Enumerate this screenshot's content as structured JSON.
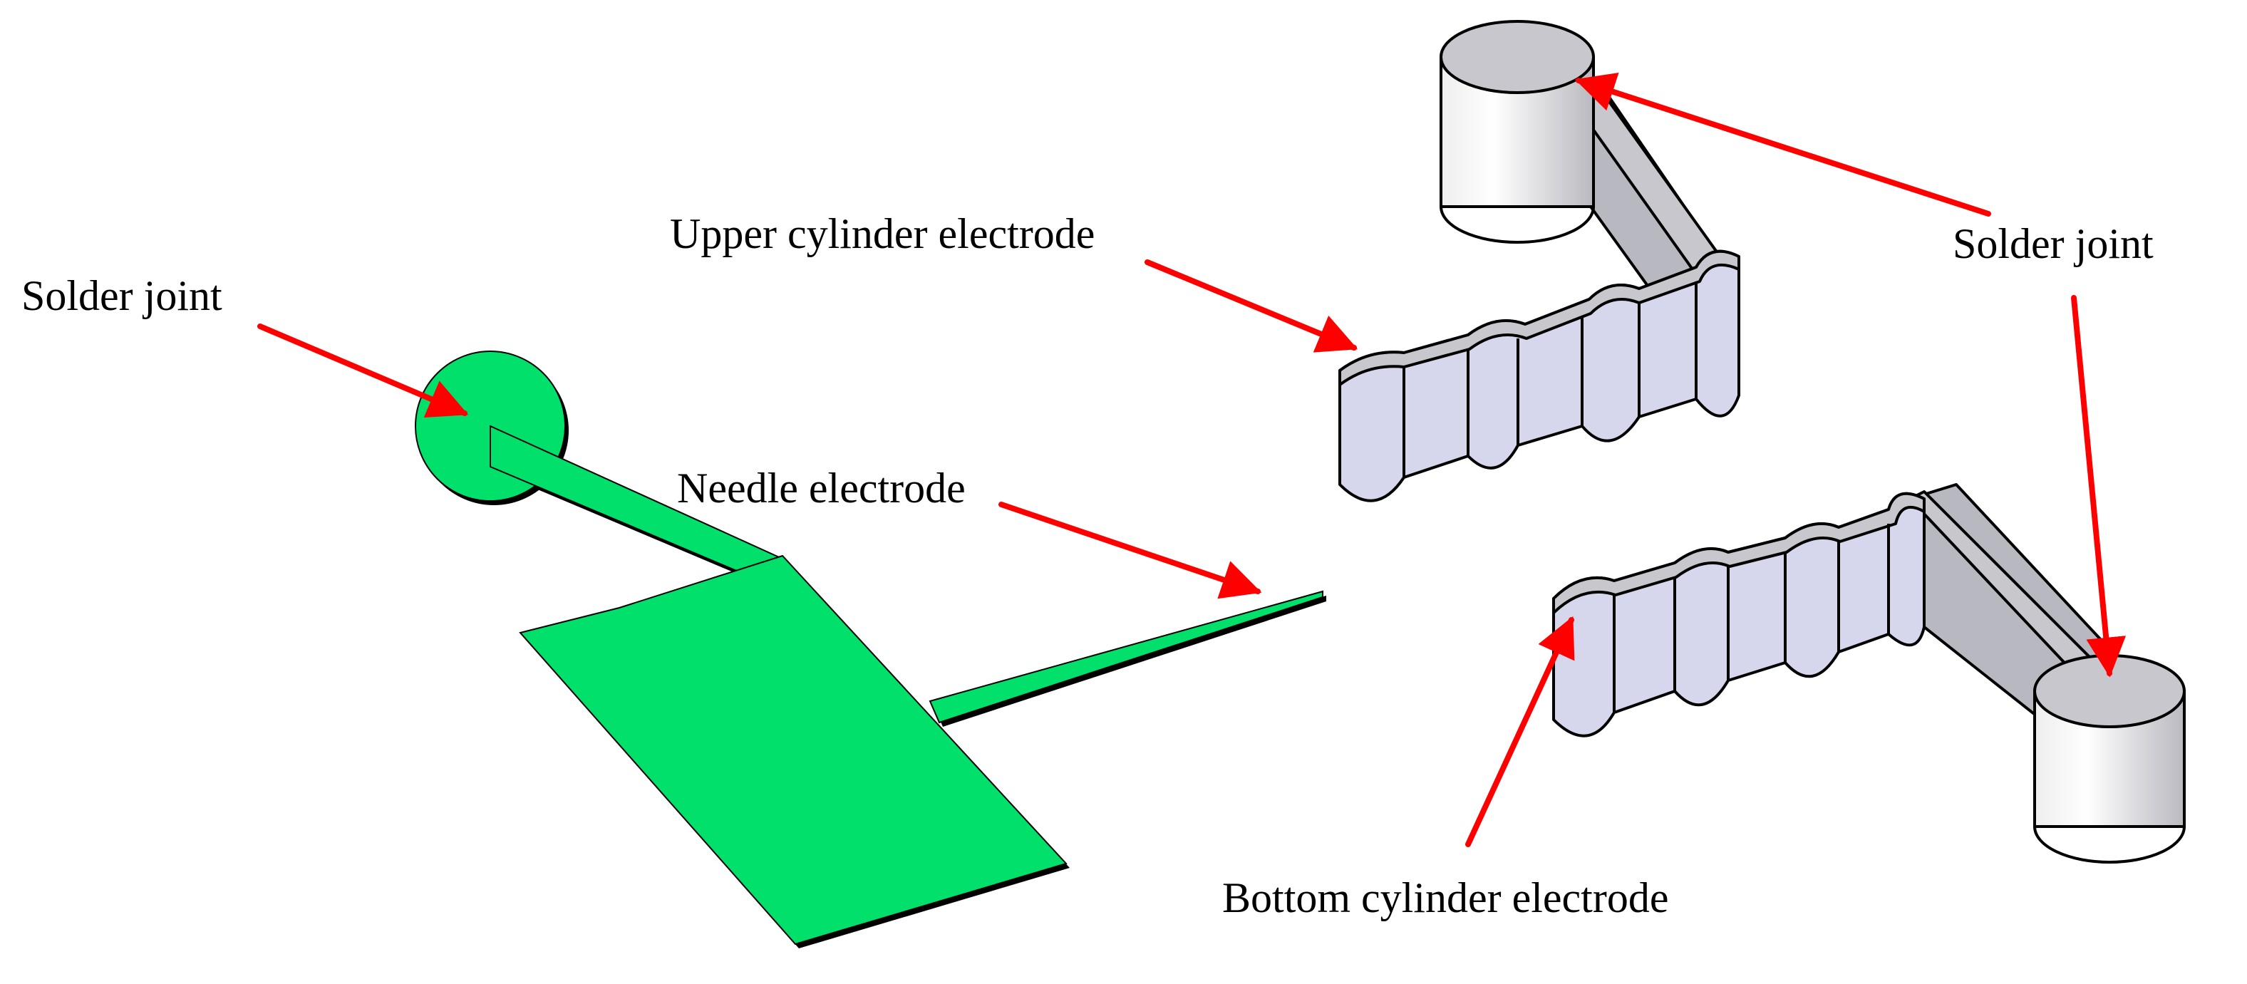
{
  "labels": {
    "solder_joint_left": "Solder joint",
    "needle_electrode": "Needle electrode",
    "upper_cylinder_electrode": "Upper cylinder electrode",
    "solder_joint_right": "Solder joint",
    "bottom_cylinder_electrode": "Bottom cylinder electrode"
  },
  "colors": {
    "needle_electrode_fill": "#00e06a",
    "cylinder_electrode_face": "#d6d6ec",
    "cylinder_electrode_top": "#c7c7cd",
    "cylinder_electrode_shade": "#b8b8c0",
    "arrow": "#ff0000"
  }
}
